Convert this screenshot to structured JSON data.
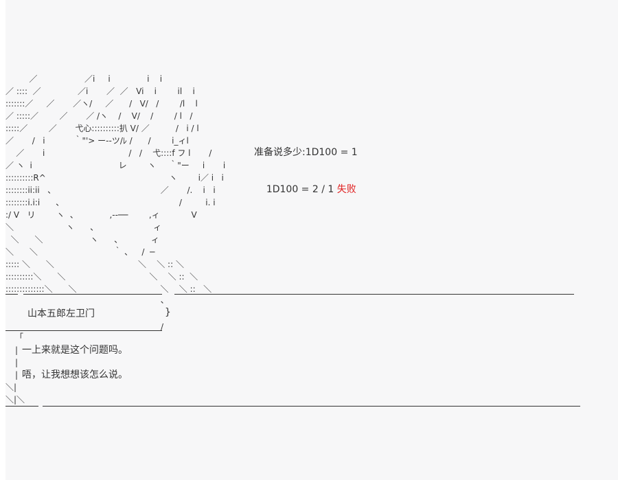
{
  "art_lines": [
    "         ／                  ／i     i              i    i",
    "／ ::::  ／              ／i       ／  ／   Vi    i        il    i",
    ":::::::／     ／       ／ヽ/     ／      /   V/   /        /l    l",
    "／ :::::／        ／       ／ /ヽ    /    V/    /        / l   /",
    ":::::／        ／       弋心::::::::::扒 V/ ／          /   i / l",
    "／       /   i           ｀\"'> ー--ツ/ﾚ /      /        i_ィl",
    "    ／       i                                /   /    弋::::f フ l       /",
    "／ ヽ  i                                 レ        ヽ     ｀\"ー     i       i",
    "::::::::::R^                                               ヽ        i／ i   i",
    "::::::::ii:ii   、                                        ／       /.    i   i",
    "::::::::i.i:i      、                                            /         i. i",
    ":/ V   リ        ヽ  、            ,--──        ,ィ            V",
    "＼                    ヽ      、                     ィ",
    "  ＼      ＼                  ヽ      、           ィ",
    "＼      ＼                             ｀ ､     /  ─",
    "::::: ＼      ＼                                ＼    ＼ :: ＼",
    "::::::::::＼      ＼                                ＼    ＼ ::  ＼",
    "::::::::::::::＼      ＼                                ＼    ＼ ::   ＼"
  ],
  "dice": {
    "line1": "准备说多少:1D100 = 1",
    "line2_prefix": "1D100 = 2 / 1 ",
    "line2_result": "失败"
  },
  "speaker": {
    "name": "山本五郎左卫门",
    "bracket_right": "}",
    "bracket_bottom": "/",
    "tick": "､"
  },
  "dialogue": {
    "open_bracket": "「",
    "bar": "|",
    "line1": "一上来就是这个问题吗。",
    "line2": "唔，让我想想该怎么说。",
    "tail1": "＼|",
    "tail2": "＼|＼"
  }
}
